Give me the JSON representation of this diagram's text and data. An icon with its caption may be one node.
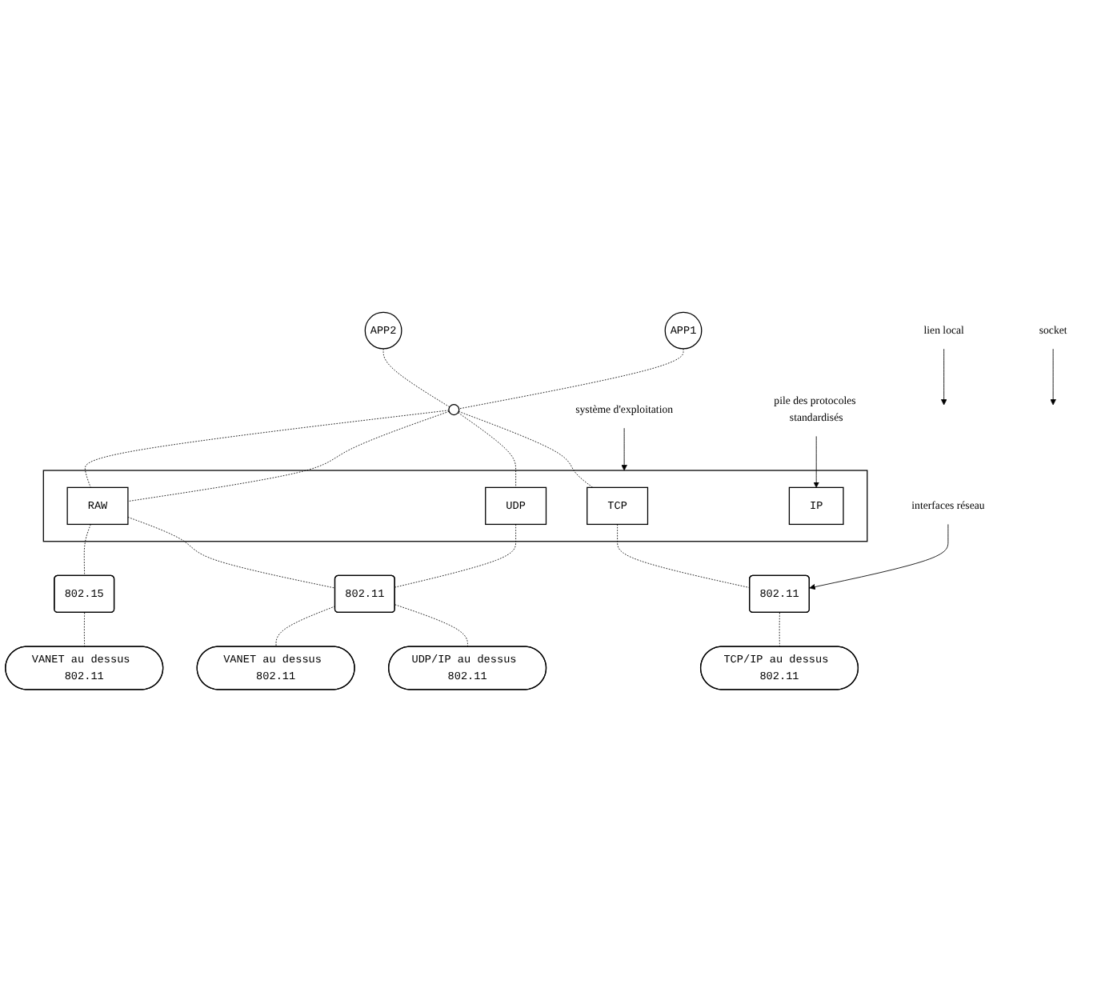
{
  "diagram": {
    "nodes": [
      {
        "text": [
          "APP1"
        ]
      },
      {
        "text": [
          "APP2"
        ]
      },
      {
        "text": [],
        "shape": "ellipse"
      },
      {
        "text": [],
        "shape": "box"
      },
      {
        "text": [
          "TCP"
        ],
        "in": 3
      },
      {
        "text": [
          "UDP"
        ],
        "in": 3
      },
      {
        "text": [
          "RAW"
        ],
        "in": 3
      },
      {
        "text": [
          "IP"
        ],
        "in": 3
      },
      {
        "text": [
          "802.11"
        ]
      },
      {
        "text": [
          "802.11"
        ]
      },
      {
        "text": [
          "802.15"
        ]
      },
      {
        "text": [
          "TCP/IP au dessus 802.11"
        ]
      },
      {
        "text": [
          "UDP/IP au dessus 802.11"
        ]
      },
      {
        "text": [
          "VANET au dessus 802.11"
        ]
      },
      {
        "text": [
          "VANET au dessus 802.11"
        ]
      },
      {
        "text": [
          "lien local"
        ]
      },
      {
        "text": [
          "socket"
        ]
      },
      {
        "text": [
          "système d'exploitation"
        ]
      },
      {
        "text": [
          "pile des protocoles standardisés"
        ]
      },
      {
        "text": [
          "interfaces réseau"
        ]
      }
    ],
    "edges": [
      {
        "from": 0,
        "to": 2,
        "arrow": "none",
        "style": "dashed"
      },
      {
        "from": 1,
        "to": 2,
        "arrow": "none",
        "style": "dashed"
      },
      {
        "from": 2,
        "to": 4,
        "arrow": "none",
        "style": "dashed"
      },
      {
        "from": 2,
        "to": 5,
        "arrow": "none",
        "style": "dashed"
      },
      {
        "from": 2,
        "to": 6,
        "arrow": "none",
        "style": "dashed"
      },
      {
        "from": 2,
        "to": 6,
        "arrow": "none",
        "style": "dashed"
      },
      {
        "from": 4,
        "to": 8,
        "arrow": "none",
        "style": "dashed"
      },
      {
        "from": 5,
        "to": 9,
        "arrow": "none",
        "style": "dashed"
      },
      {
        "from": 6,
        "to": 9,
        "arrow": "none",
        "style": "dashed"
      },
      {
        "from": 6,
        "to": 10,
        "arrow": "none",
        "style": "dashed"
      },
      {
        "from": 8,
        "to": 11,
        "arrow": "none",
        "style": "dashed"
      },
      {
        "from": 9,
        "to": 12,
        "arrow": "none",
        "style": "dashed"
      },
      {
        "from": 9,
        "to": 13,
        "arrow": "none",
        "style": "dashed"
      },
      {
        "from": 10,
        "to": 14,
        "arrow": "none",
        "style": "dashed"
      },
      {
        "from": 15,
        "to": null,
        "arrow": "to"
      },
      {
        "from": 16,
        "to": null,
        "arrow": "to"
      },
      {
        "from": 17,
        "to": 3,
        "arrow": "to"
      },
      {
        "from": 18,
        "to": 7,
        "arrow": "to"
      },
      {
        "from": 19,
        "to": 8,
        "arrow": "to"
      }
    ]
  }
}
